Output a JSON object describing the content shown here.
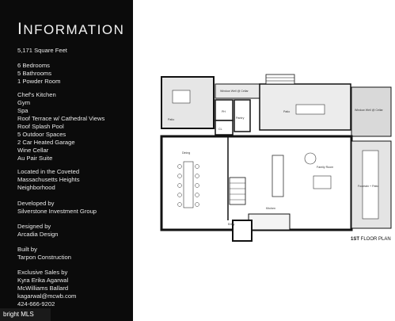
{
  "sidebar": {
    "title_first": "I",
    "title_rest": "NFORMATION",
    "square_feet": "5,171 Square Feet",
    "rooms": [
      "6 Bedrooms",
      "5 Bathrooms",
      "1 Powder Room"
    ],
    "features": [
      "Chef's Kitchen",
      "Gym",
      "Spa",
      "Roof Terrace w/ Cathedral Views",
      "Roof Splash Pool",
      "5 Outdoor Spaces",
      "2 Car Heated Garage",
      "Wine Cellar",
      "Au Pair Suite"
    ],
    "location": [
      "Located in the Coveted",
      "Massachusetts Heights",
      "Neighborhood"
    ],
    "developer": [
      "Developed by",
      "Silverstone Investment Group"
    ],
    "designer": [
      "Designed by",
      "Arcadia Design"
    ],
    "builder": [
      "Built by",
      "Tarpon Construction"
    ],
    "sales": [
      "Exclusive Sales by",
      "Kyra Erika Agarwal",
      "McWilliams Ballard",
      "kagarwal@mcwb.com",
      "424-666-9202"
    ]
  },
  "floorplan": {
    "label_bold": "1ST",
    "label_rest": " FLOOR PLAN",
    "rooms": {
      "window_well_cellar_left": "Window Well @ Cellar",
      "window_well_cellar_right": "Window Well @ Cellar",
      "patio_left": "Patio",
      "patio_center": "Patio",
      "pantry": "Pantry",
      "ph": "PH",
      "cl": "CL",
      "dining": "Dining",
      "family_room": "Family Room",
      "kitchen": "Kitchen",
      "entry": "Entry",
      "fountain_patio": "Fountain + Patio"
    }
  },
  "watermark": "bright MLS"
}
